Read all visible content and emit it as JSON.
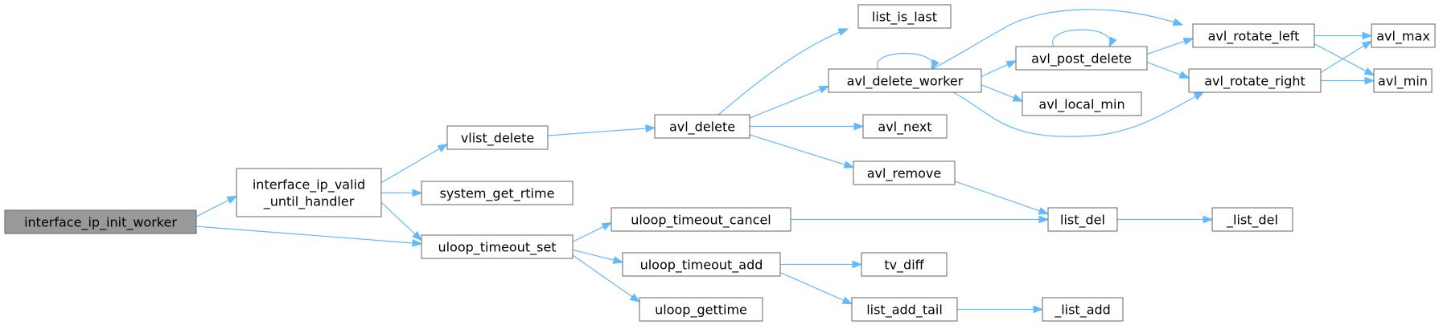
{
  "graph": {
    "type": "call-graph",
    "colors": {
      "edge": "#63b8ff",
      "node_border": "#666666",
      "node_fill": "#ffffff",
      "root_fill": "#999999",
      "text": "#000000"
    },
    "nodes": [
      {
        "id": "interface_ip_init_worker",
        "lines": [
          "interface_ip_init_worker"
        ],
        "root": true
      },
      {
        "id": "interface_ip_valid_until_handler",
        "lines": [
          "interface_ip_valid",
          "_until_handler"
        ]
      },
      {
        "id": "vlist_delete",
        "lines": [
          "vlist_delete"
        ]
      },
      {
        "id": "system_get_rtime",
        "lines": [
          "system_get_rtime"
        ]
      },
      {
        "id": "uloop_timeout_set",
        "lines": [
          "uloop_timeout_set"
        ]
      },
      {
        "id": "avl_delete",
        "lines": [
          "avl_delete"
        ]
      },
      {
        "id": "uloop_timeout_cancel",
        "lines": [
          "uloop_timeout_cancel"
        ]
      },
      {
        "id": "uloop_timeout_add",
        "lines": [
          "uloop_timeout_add"
        ]
      },
      {
        "id": "uloop_gettime",
        "lines": [
          "uloop_gettime"
        ]
      },
      {
        "id": "list_is_last",
        "lines": [
          "list_is_last"
        ]
      },
      {
        "id": "avl_delete_worker",
        "lines": [
          "avl_delete_worker"
        ]
      },
      {
        "id": "avl_next",
        "lines": [
          "avl_next"
        ]
      },
      {
        "id": "avl_remove",
        "lines": [
          "avl_remove"
        ]
      },
      {
        "id": "list_del",
        "lines": [
          "list_del"
        ]
      },
      {
        "id": "tv_diff",
        "lines": [
          "tv_diff"
        ]
      },
      {
        "id": "list_add_tail",
        "lines": [
          "list_add_tail"
        ]
      },
      {
        "id": "avl_post_delete",
        "lines": [
          "avl_post_delete"
        ]
      },
      {
        "id": "avl_local_min",
        "lines": [
          "avl_local_min"
        ]
      },
      {
        "id": "avl_rotate_left",
        "lines": [
          "avl_rotate_left"
        ]
      },
      {
        "id": "avl_rotate_right",
        "lines": [
          "avl_rotate_right"
        ]
      },
      {
        "id": "avl_max",
        "lines": [
          "avl_max"
        ]
      },
      {
        "id": "avl_min",
        "lines": [
          "avl_min"
        ]
      },
      {
        "id": "_list_del",
        "lines": [
          "_list_del"
        ]
      },
      {
        "id": "_list_add",
        "lines": [
          "_list_add"
        ]
      }
    ],
    "edges": [
      {
        "from": "interface_ip_init_worker",
        "to": "interface_ip_valid_until_handler"
      },
      {
        "from": "interface_ip_init_worker",
        "to": "uloop_timeout_set"
      },
      {
        "from": "interface_ip_valid_until_handler",
        "to": "vlist_delete"
      },
      {
        "from": "interface_ip_valid_until_handler",
        "to": "system_get_rtime"
      },
      {
        "from": "interface_ip_valid_until_handler",
        "to": "uloop_timeout_set"
      },
      {
        "from": "vlist_delete",
        "to": "avl_delete"
      },
      {
        "from": "avl_delete",
        "to": "list_is_last"
      },
      {
        "from": "avl_delete",
        "to": "avl_delete_worker"
      },
      {
        "from": "avl_delete",
        "to": "avl_next"
      },
      {
        "from": "avl_delete",
        "to": "avl_remove"
      },
      {
        "from": "avl_delete_worker",
        "to": "avl_delete_worker"
      },
      {
        "from": "avl_delete_worker",
        "to": "avl_post_delete"
      },
      {
        "from": "avl_delete_worker",
        "to": "avl_local_min"
      },
      {
        "from": "avl_delete_worker",
        "to": "avl_rotate_left"
      },
      {
        "from": "avl_delete_worker",
        "to": "avl_rotate_right"
      },
      {
        "from": "avl_post_delete",
        "to": "avl_post_delete"
      },
      {
        "from": "avl_post_delete",
        "to": "avl_rotate_left"
      },
      {
        "from": "avl_post_delete",
        "to": "avl_rotate_right"
      },
      {
        "from": "avl_rotate_left",
        "to": "avl_max"
      },
      {
        "from": "avl_rotate_left",
        "to": "avl_min"
      },
      {
        "from": "avl_rotate_right",
        "to": "avl_max"
      },
      {
        "from": "avl_rotate_right",
        "to": "avl_min"
      },
      {
        "from": "avl_remove",
        "to": "list_del"
      },
      {
        "from": "uloop_timeout_set",
        "to": "uloop_timeout_cancel"
      },
      {
        "from": "uloop_timeout_set",
        "to": "uloop_timeout_add"
      },
      {
        "from": "uloop_timeout_set",
        "to": "uloop_gettime"
      },
      {
        "from": "uloop_timeout_cancel",
        "to": "list_del"
      },
      {
        "from": "uloop_timeout_add",
        "to": "tv_diff"
      },
      {
        "from": "uloop_timeout_add",
        "to": "list_add_tail"
      },
      {
        "from": "list_del",
        "to": "_list_del"
      },
      {
        "from": "list_add_tail",
        "to": "_list_add"
      }
    ]
  }
}
